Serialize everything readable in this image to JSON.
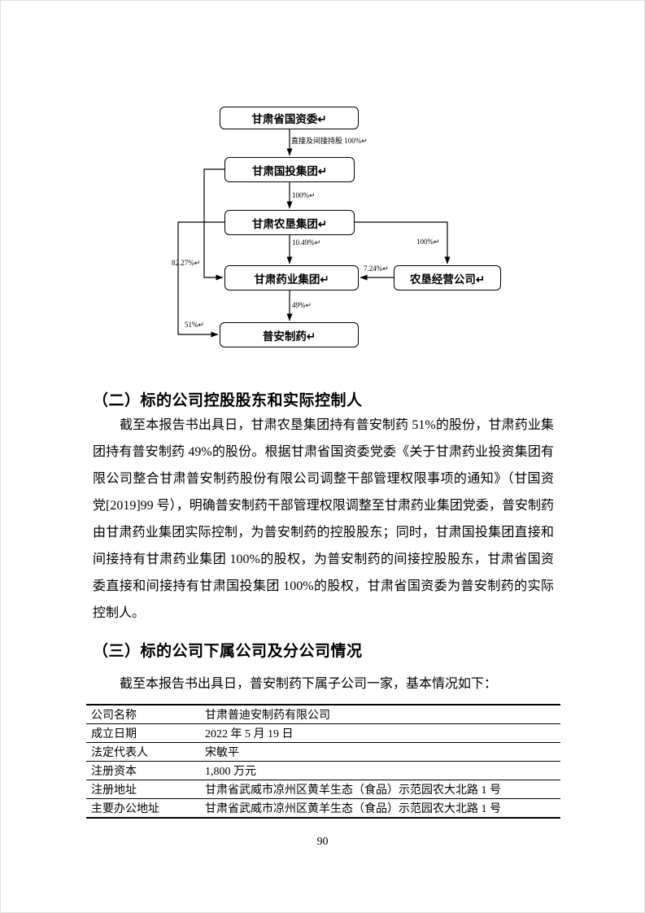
{
  "document": {
    "page_number": "90"
  },
  "diagram": {
    "nodes": {
      "guoziwei": "甘肃省国资委↵",
      "guotou": "甘肃国投集团↵",
      "nongken": "甘肃农垦集团↵",
      "yaoye": "甘肃药业集团↵",
      "jingying": "农垦经营公司↵",
      "puan": "普安制药↵"
    },
    "edge_labels": {
      "direct_indirect_100": "直接及间接持股 100%↵",
      "guotou_nongken_100": "100%↵",
      "nongken_yaoye_1049": "10.49%↵",
      "nongken_jingying_100": "100%↵",
      "jingying_yaoye_724": "7.24%↵",
      "guotou_yaoye_8227": "82.27%↵",
      "yaoye_puan_49": "49%↵",
      "nongken_puan_51": "51%↵"
    }
  },
  "sections": {
    "s2": {
      "heading": "（二）标的公司控股股东和实际控制人",
      "paragraph": "截至本报告书出具日，甘肃农垦集团持有普安制药 51%的股份，甘肃药业集团持有普安制药 49%的股份。根据甘肃省国资委党委《关于甘肃药业投资集团有限公司整合甘肃普安制药股份有限公司调整干部管理权限事项的通知》（甘国资党[2019]99 号），明确普安制药干部管理权限调整至甘肃药业集团党委，普安制药由甘肃药业集团实际控制，为普安制药的控股股东；同时，甘肃国投集团直接和间接持有甘肃药业集团 100%的股权，为普安制药的间接控股股东，甘肃省国资委直接和间接持有甘肃国投集团 100%的股权，甘肃省国资委为普安制药的实际控制人。"
    },
    "s3": {
      "heading": "（三）标的公司下属公司及分公司情况",
      "paragraph": "截至本报告书出具日，普安制药下属子公司一家，基本情况如下："
    }
  },
  "table": {
    "rows": [
      {
        "label": "公司名称",
        "value": "甘肃普迪安制药有限公司"
      },
      {
        "label": "成立日期",
        "value": "2022 年 5 月 19 日"
      },
      {
        "label": "法定代表人",
        "value": "宋敏平"
      },
      {
        "label": "注册资本",
        "value": "1,800 万元"
      },
      {
        "label": "注册地址",
        "value": "甘肃省武威市凉州区黄羊生态（食品）示范园农大北路 1 号"
      },
      {
        "label": "主要办公地址",
        "value": "甘肃省武威市凉州区黄羊生态（食品）示范园农大北路 1 号"
      }
    ]
  }
}
